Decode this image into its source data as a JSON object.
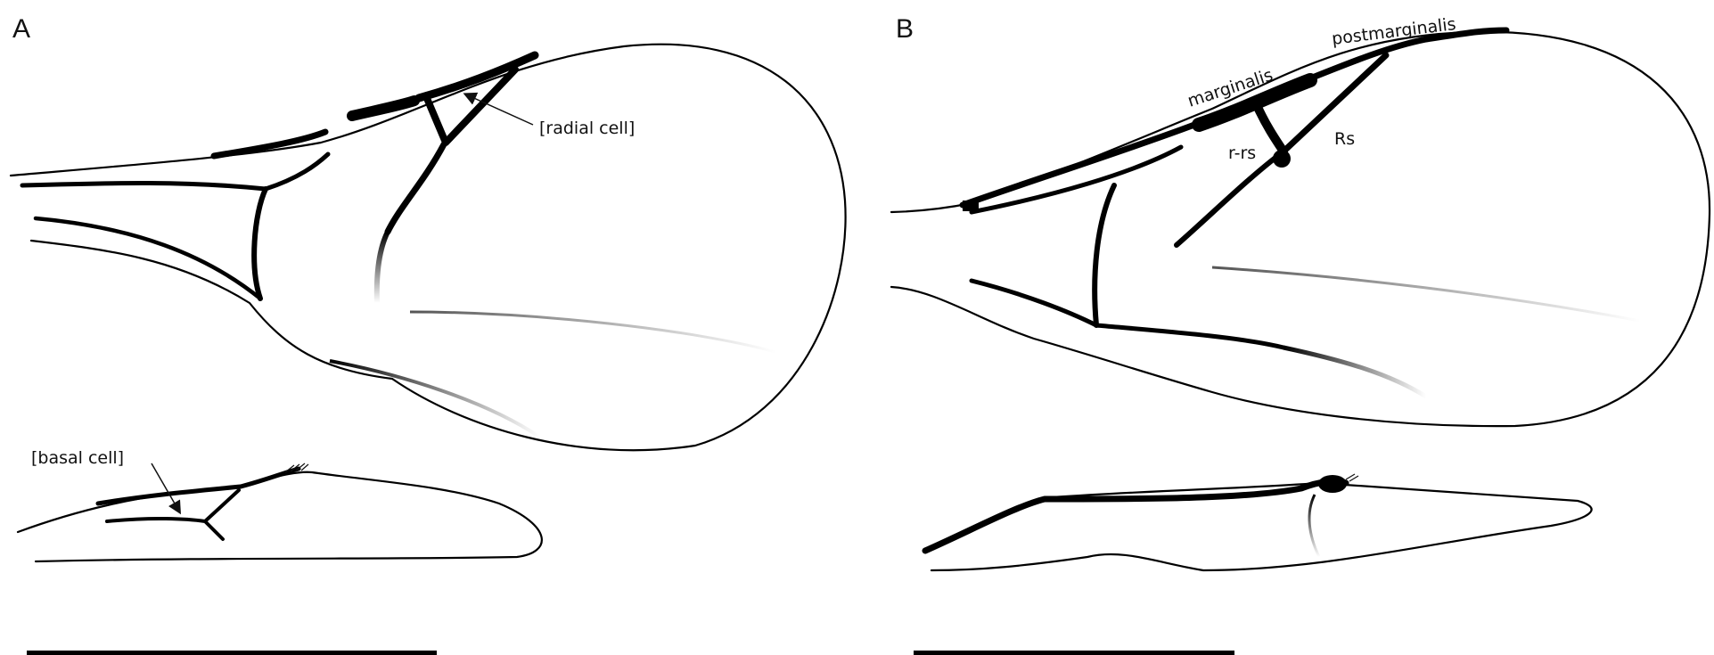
{
  "panels": {
    "a": {
      "label": "A",
      "radial_cell_annotation": "[radial cell]",
      "basal_cell_annotation": "[basal cell]"
    },
    "b": {
      "label": "B",
      "marginalis_label": "marginalis",
      "postmarginalis_label": "postmarginalis",
      "r_rs_label": "r-rs",
      "rs_label": "Rs"
    }
  },
  "colors": {
    "vein": "#000000",
    "faint_vein": "#888888",
    "background": "#ffffff"
  }
}
